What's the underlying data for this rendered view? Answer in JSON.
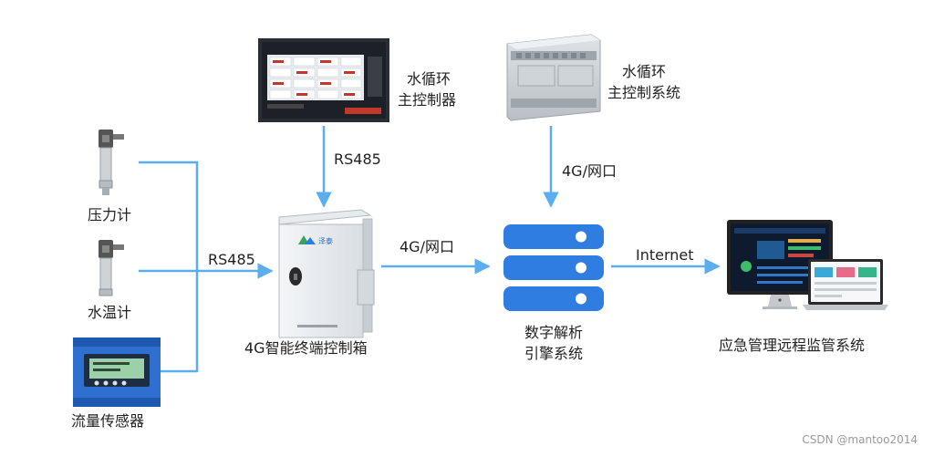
{
  "nodes": {
    "pressure_gauge": "压力计",
    "water_temp_gauge": "水温计",
    "flow_sensor": "流量传感器",
    "terminal_box": "4G智能终端控制箱",
    "loop_controller_line1": "水循环",
    "loop_controller_line2": "主控制器",
    "loop_system_line1": "水循环",
    "loop_system_line2": "主控制系统",
    "engine_line1": "数字解析",
    "engine_line2": "引擎系统",
    "monitoring": "应急管理远程监管系统"
  },
  "edges": {
    "sensors_to_box": "RS485",
    "controller_to_box": "RS485",
    "system_to_engine": "4G/网口",
    "box_to_engine": "4G/网口",
    "engine_to_monitor": "Internet"
  },
  "devices": {
    "box_brand": "泽泰"
  },
  "watermark": "CSDN @mantoo2014",
  "colors": {
    "arrow": "#5aaef0",
    "server_blue": "#2f7de0"
  },
  "icons": {
    "pressure_gauge": "pressure-transmitter-icon",
    "water_temp_gauge": "temperature-transmitter-icon",
    "flow_sensor": "flow-meter-icon",
    "loop_controller": "panel-display-icon",
    "loop_system": "plc-icon",
    "terminal_box": "control-box-icon",
    "engine": "server-stack-icon",
    "monitoring": "monitor-laptop-icon"
  }
}
